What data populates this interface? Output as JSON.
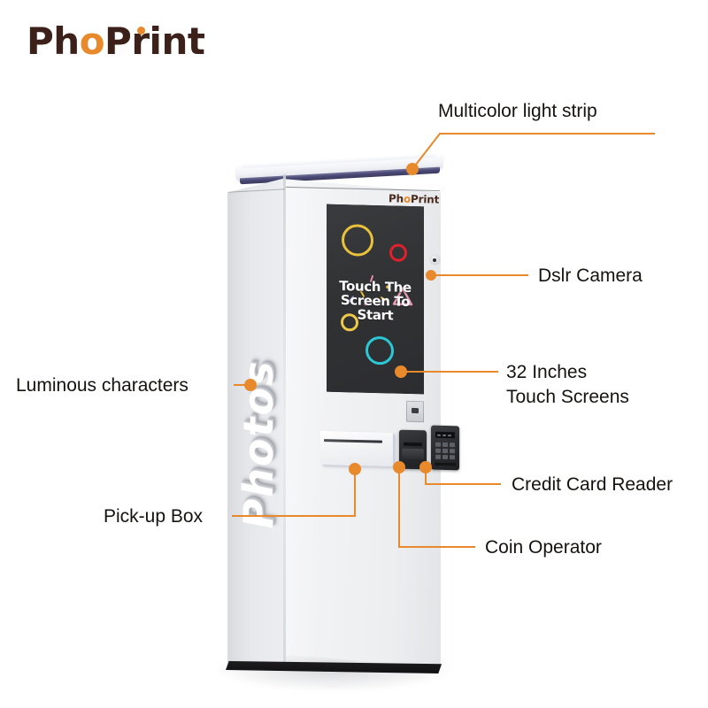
{
  "brand": {
    "name_part1": "Ph",
    "name_accent_o": "o",
    "name_part2": "Pr",
    "name_part3": "nt",
    "dot_letter": "i",
    "full_name": "PhoPrint",
    "logo_color": "#3b211a",
    "accent_color": "#e8892b"
  },
  "product": {
    "kiosk_logo_part1": "Ph",
    "kiosk_logo_accent": "o",
    "kiosk_logo_part2": "Print",
    "side_panel_text": "Photos",
    "screen_text": "Touch The\nScreen To\nStart"
  },
  "callouts": [
    {
      "id": "multicolor-light-strip",
      "label": "Multicolor light strip"
    },
    {
      "id": "dslr-camera",
      "label": "Dslr Camera"
    },
    {
      "id": "touch-screens",
      "label": "32 Inches\nTouch Screens"
    },
    {
      "id": "luminous-characters",
      "label": "Luminous characters"
    },
    {
      "id": "credit-card-reader",
      "label": "Credit Card Reader"
    },
    {
      "id": "coin-operator",
      "label": "Coin Operator"
    },
    {
      "id": "pick-up-box",
      "label": "Pick-up Box"
    }
  ],
  "screen_shapes": [
    {
      "name": "gold-circle-outline",
      "color": "#e9c23c"
    },
    {
      "name": "red-circle-outline",
      "color": "#e0202a"
    },
    {
      "name": "yellow-circle-outline",
      "color": "#edc84b"
    },
    {
      "name": "cyan-circle-outline",
      "color": "#2bc8d6"
    },
    {
      "name": "pink-triangle-outline",
      "color": "#e79cb4"
    }
  ],
  "colors": {
    "leader_line": "#e8892b",
    "screen_background": "#2f3033",
    "light_strip": "#3b3a6b",
    "body": "#eceef1",
    "base_foot": "#151517"
  }
}
